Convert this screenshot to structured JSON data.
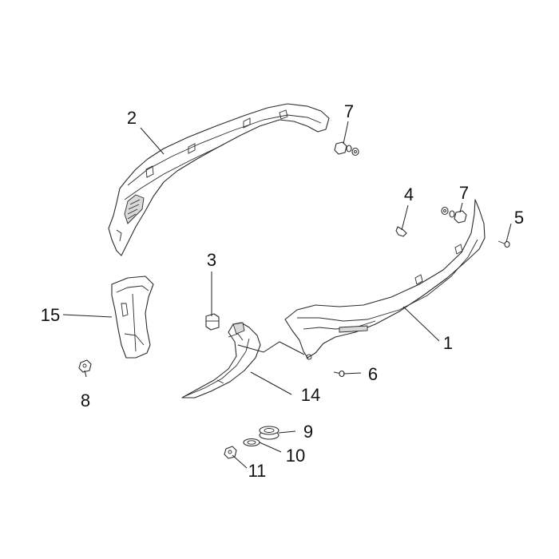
{
  "diagram": {
    "callouts": [
      "1",
      "2",
      "3",
      "4",
      "5",
      "6",
      "7",
      "7",
      "8",
      "9",
      "10",
      "11",
      "14",
      "15"
    ]
  }
}
